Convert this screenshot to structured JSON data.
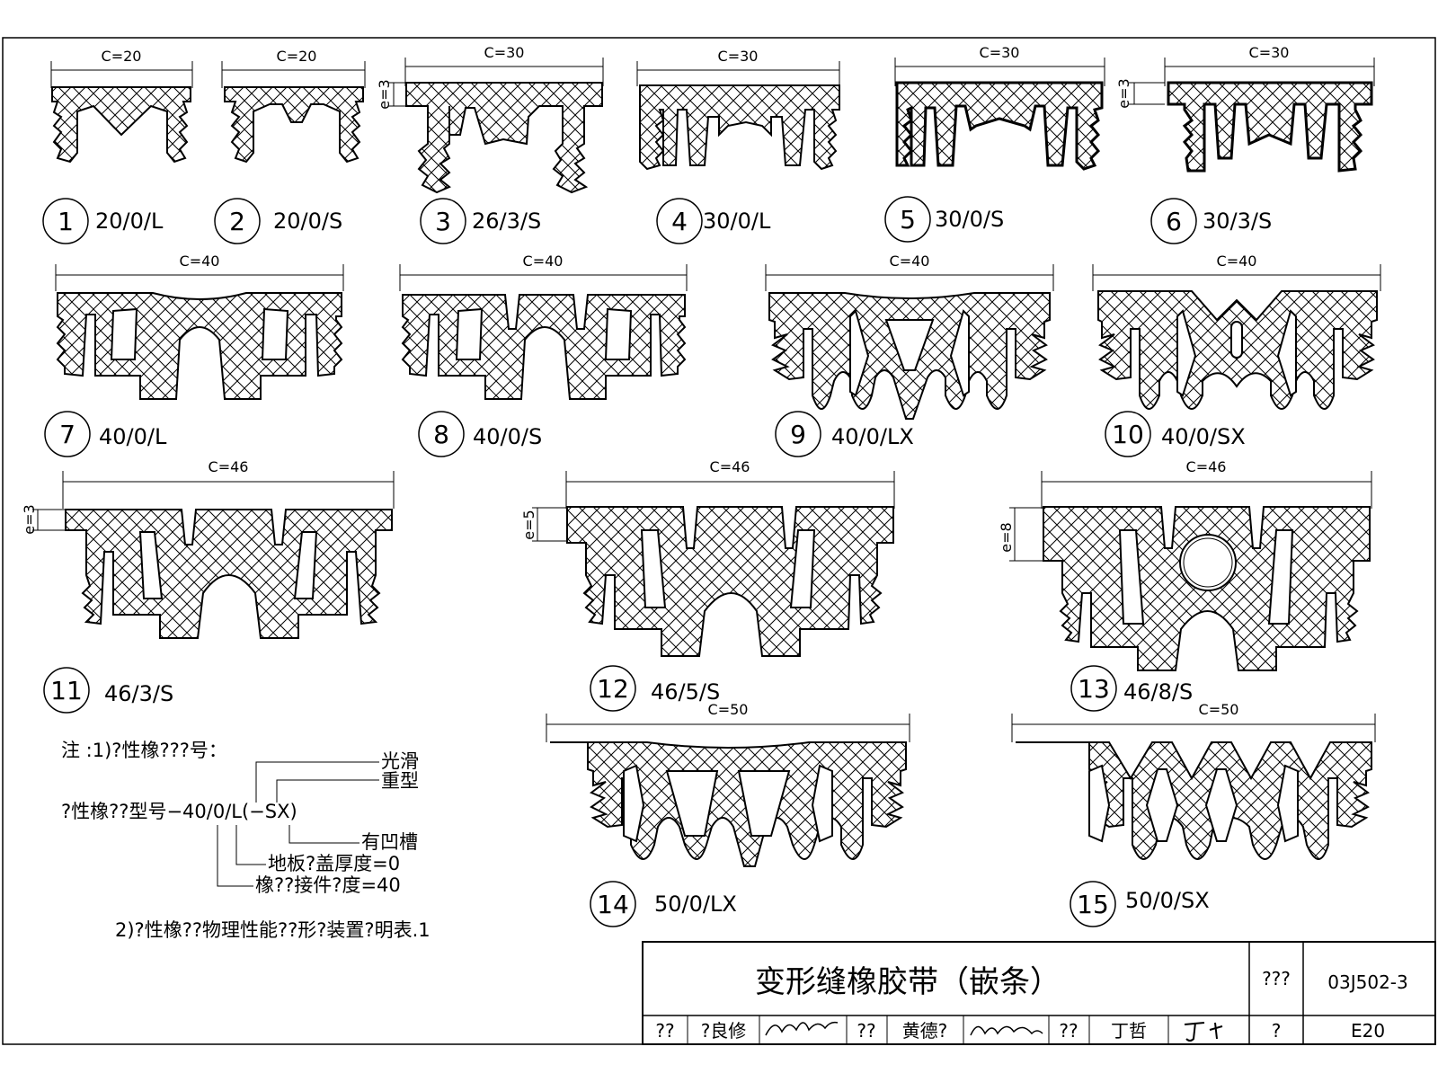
{
  "profiles": [
    {
      "num": "1",
      "code": "20/0/L",
      "dim": "C=20"
    },
    {
      "num": "2",
      "code": "20/0/S",
      "dim": "C=20"
    },
    {
      "num": "3",
      "code": "26/3/S",
      "dim": "C=30",
      "e": "e=3"
    },
    {
      "num": "4",
      "code": "30/0/L",
      "dim": "C=30"
    },
    {
      "num": "5",
      "code": "30/0/S",
      "dim": "C=30"
    },
    {
      "num": "6",
      "code": "30/3/S",
      "dim": "C=30",
      "e": "e=3"
    },
    {
      "num": "7",
      "code": "40/0/L",
      "dim": "C=40"
    },
    {
      "num": "8",
      "code": "40/0/S",
      "dim": "C=40"
    },
    {
      "num": "9",
      "code": "40/0/LX",
      "dim": "C=40"
    },
    {
      "num": "10",
      "code": "40/0/SX",
      "dim": "C=40"
    },
    {
      "num": "11",
      "code": "46/3/S",
      "dim": "C=46",
      "e": "e=3"
    },
    {
      "num": "12",
      "code": "46/5/S",
      "dim": "C=46",
      "e": "e=5"
    },
    {
      "num": "13",
      "code": "46/8/S",
      "dim": "C=46",
      "e": "e=8"
    },
    {
      "num": "14",
      "code": "50/0/LX",
      "dim": "C=50"
    },
    {
      "num": "15",
      "code": "50/0/SX",
      "dim": "C=50"
    }
  ],
  "notes": {
    "line1": "注 :1)?性橡???号：",
    "model": "?性橡??型号−40/0/L(−SX)",
    "smooth": "光滑",
    "heavy": "重型",
    "groove": "有凹槽",
    "cover": "地板?盖厚度=0",
    "width": "橡??接件?度=40",
    "line2": "2)?性橡??物理性能??形?装置?明表.1"
  },
  "title_block": {
    "title": "变形缝橡胶带（嵌条）",
    "atlas_label": "???",
    "atlas_no": "03J502-3",
    "review_label": "??",
    "reviewer": "?良修",
    "check_label": "??",
    "checker": "黄德?",
    "design_label": "??",
    "designer": "丁哲",
    "page_label": "?",
    "page_no": "E20"
  }
}
